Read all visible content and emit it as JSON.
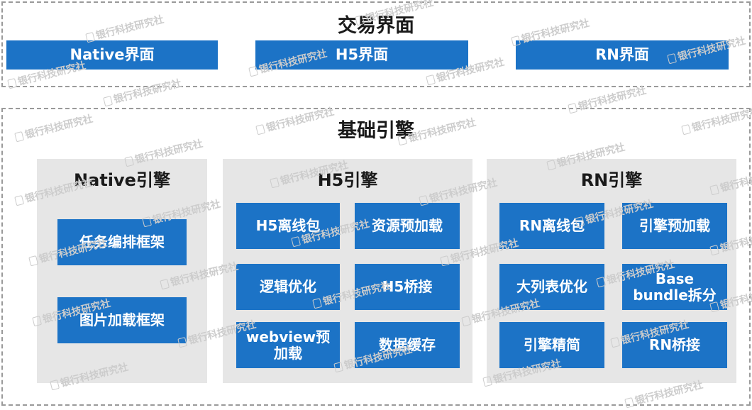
{
  "top_section": {
    "title": "交易界面",
    "boxes": [
      "Native界面",
      "H5界面",
      "RN界面"
    ]
  },
  "bottom_section": {
    "title": "基础引擎",
    "panels": [
      {
        "title": "Native引擎",
        "items": [
          "任务编排框架",
          "图片加载框架"
        ]
      },
      {
        "title": "H5引擎",
        "items": [
          "H5离线包",
          "资源预加载",
          "逻辑优化",
          "H5桥接",
          "webview预\n加载",
          "数据缓存"
        ]
      },
      {
        "title": "RN引擎",
        "items": [
          "RN离线包",
          "引擎预加载",
          "大列表优化",
          "Base\nbundle拆分",
          "引擎精简",
          "RN桥接"
        ]
      }
    ]
  },
  "watermark": {
    "text": "银行科技研究社"
  },
  "colors": {
    "box_blue": "#1c73c6",
    "panel_gray": "#e6e6e6",
    "dash_border": "#9a9a9a"
  }
}
